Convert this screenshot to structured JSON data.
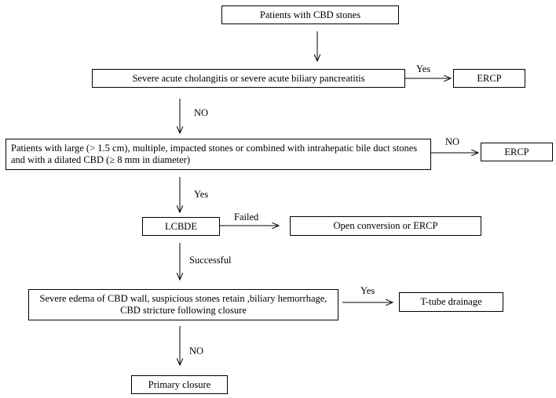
{
  "nodes": {
    "patients_cbd": "Patients with CBD stones",
    "severe_cholangitis": "Severe acute cholangitis or severe acute biliary pancreatitis",
    "ercp_1": "ERCP",
    "large_stones": "Patients with large (> 1.5 cm), multiple,  impacted stones or combined with intrahepatic bile duct stones and with a dilated CBD (≥ 8 mm in diameter)",
    "ercp_2": "ERCP",
    "lcbde": "LCBDE",
    "open_conversion": "Open conversion or ERCP",
    "severe_edema": "Severe edema of CBD wall, suspicious stones retain ,biliary hemorrhage, CBD stricture following closure",
    "t_tube": "T-tube drainage",
    "primary_closure": "Primary closure"
  },
  "edges": {
    "yes_1": "Yes",
    "no_1": "NO",
    "no_2": "NO",
    "yes_2": "Yes",
    "failed": "Failed",
    "successful": "Successful",
    "yes_3": "Yes",
    "no_3": "NO"
  },
  "colors": {
    "stroke": "#000000",
    "background": "#ffffff"
  }
}
